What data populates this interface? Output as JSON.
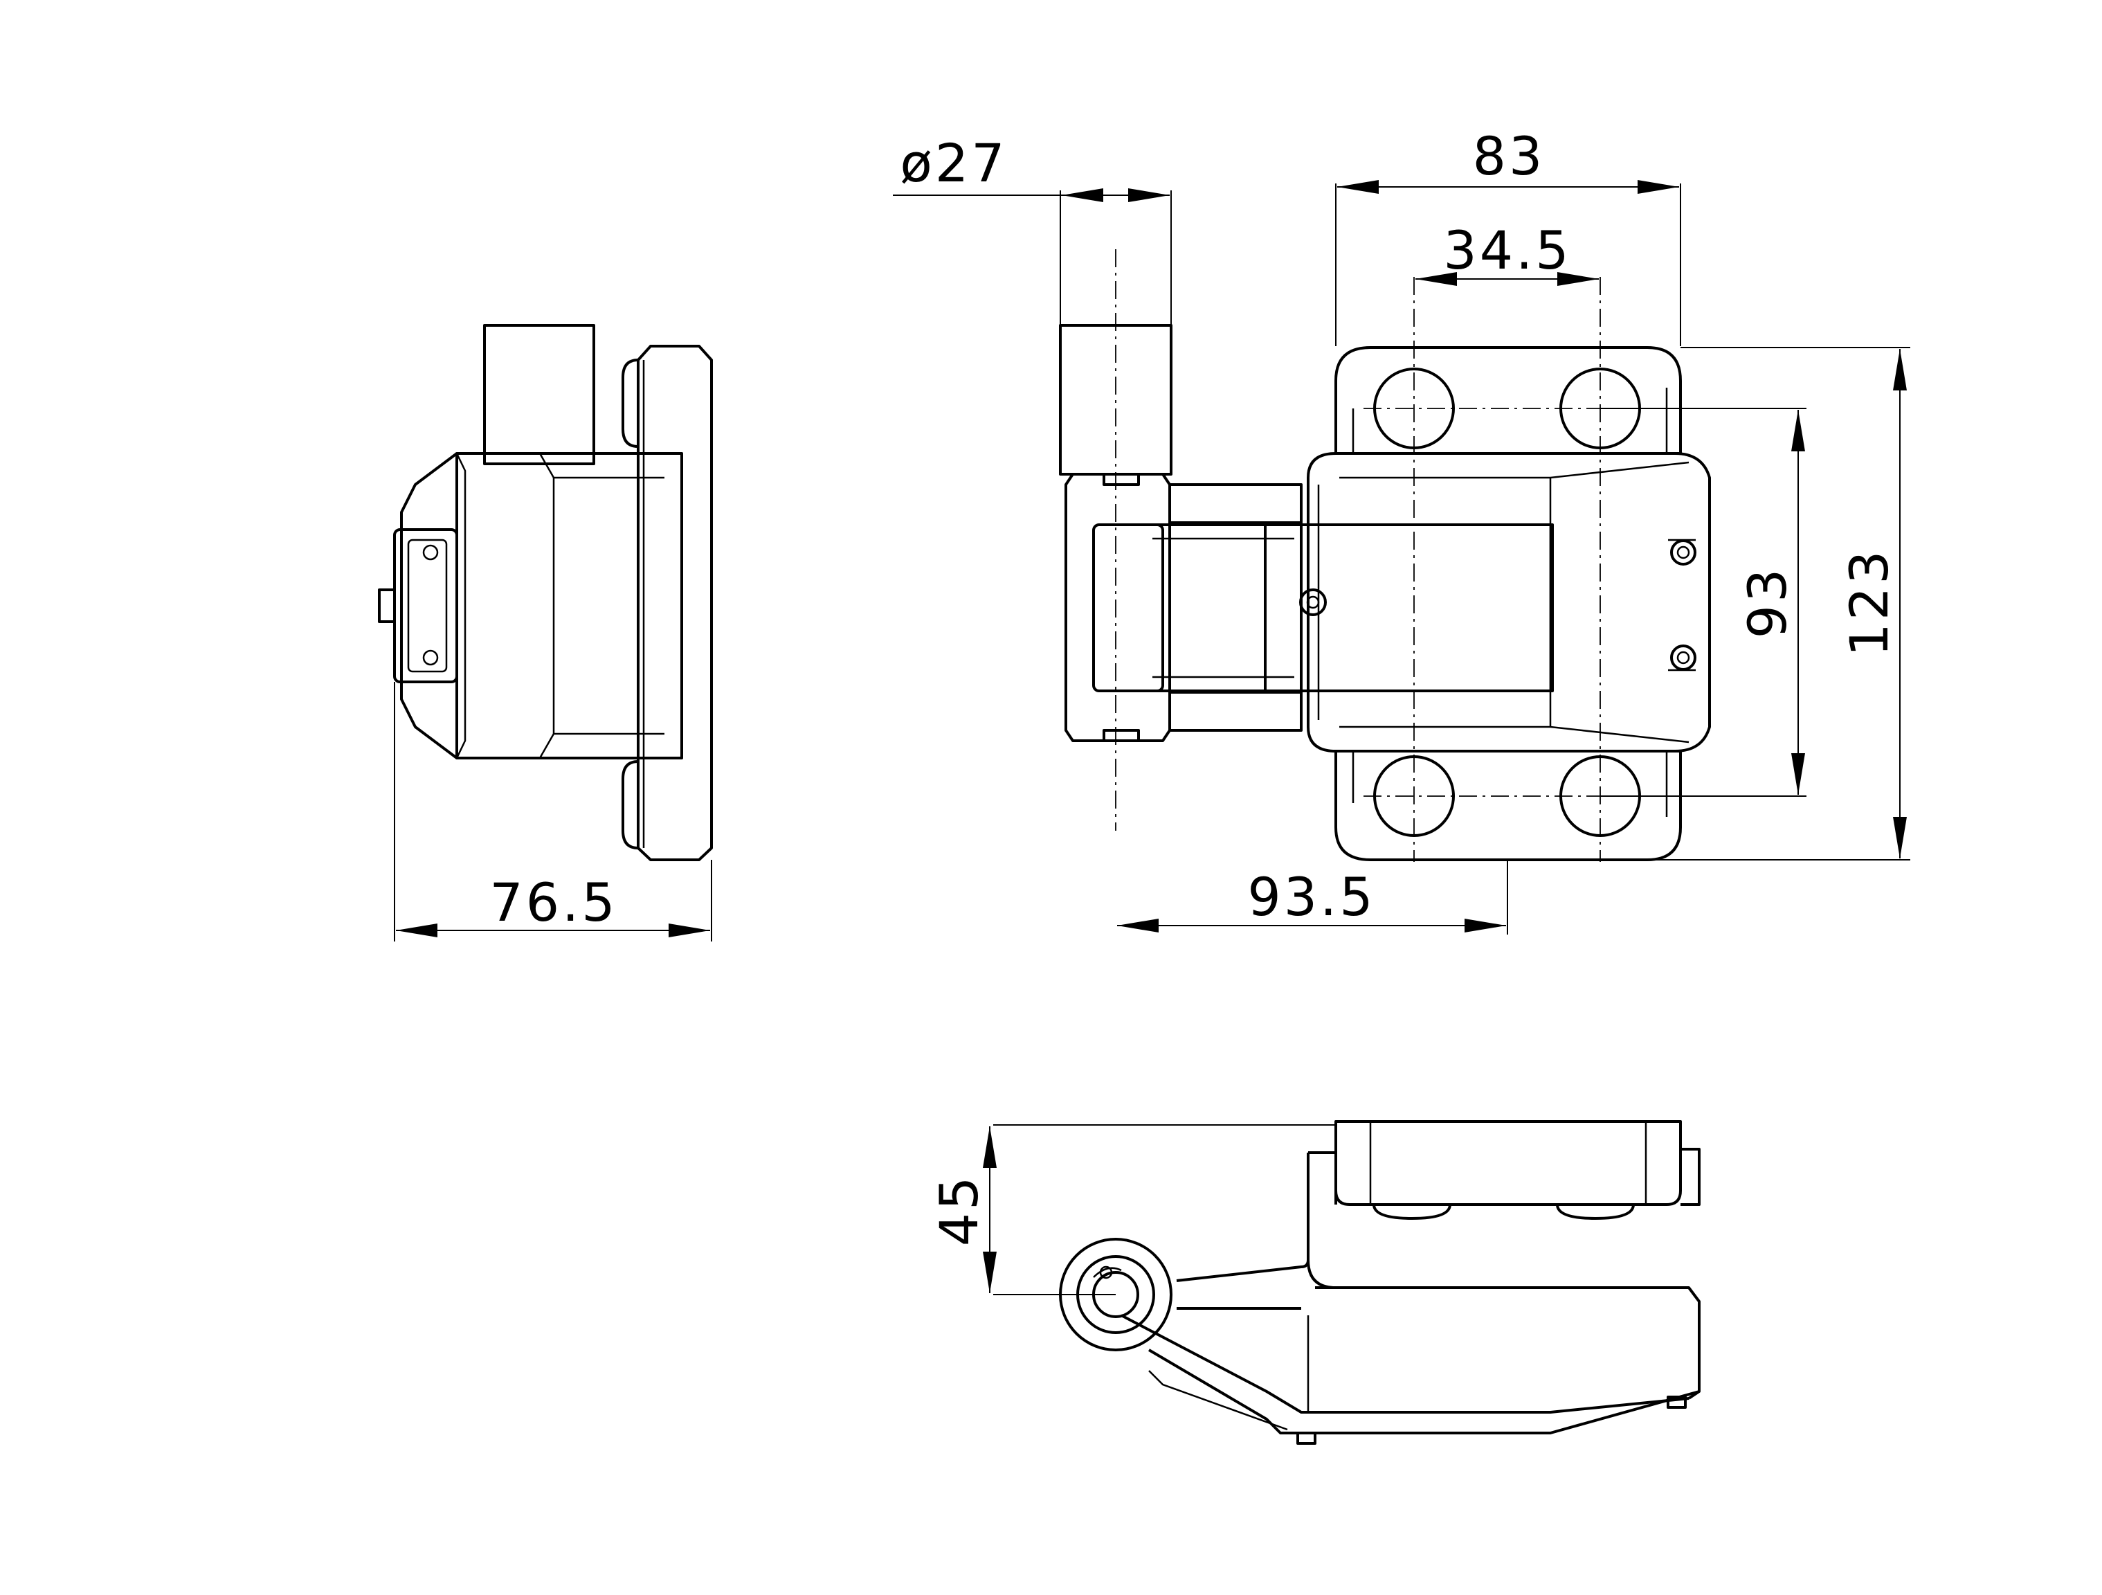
{
  "dimensions": {
    "diameter": "ø27",
    "width_outer": "83",
    "width_inner": "34.5",
    "height_holes": "93",
    "height_total": "123",
    "side_depth": "76.5",
    "offset_axis": "93.5",
    "top_depth": "45"
  },
  "colors": {
    "line": "#000000",
    "background": "#ffffff"
  }
}
